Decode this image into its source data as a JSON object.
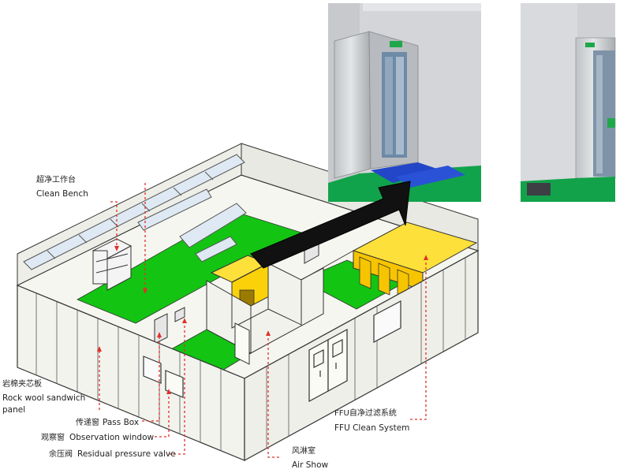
{
  "colors": {
    "floor_green": "#13c413",
    "wall_fill": "#f3f3ee",
    "outline": "#333333",
    "yellow_panel": "#fde03a",
    "leader_red": "#e0302a",
    "duct_blue": "#dfe9f3",
    "arrow_black": "#111111"
  },
  "labels": {
    "clean_bench": {
      "zh": "超净工作台",
      "en": "Clean Bench"
    },
    "rock_wool": {
      "zh": "岩棉夹芯板",
      "en_line1": "Rock wool sandwich",
      "en_line2": "panel"
    },
    "pass_box": {
      "zh": "传递窗",
      "en": "Pass Box"
    },
    "observation_window": {
      "zh": "观察窗",
      "en": "Observation window"
    },
    "residual_pressure_valve": {
      "zh": "余压阀",
      "en": "Residual pressure valve"
    },
    "air_show": {
      "zh": "风淋室",
      "en": "Air Show"
    },
    "ffu": {
      "zh": "FFU自净过滤系统",
      "en": "FFU Clean System"
    }
  },
  "photos": {
    "air_shower_photo": "air-shower-photo",
    "corridor_photo": "corridor-photo"
  }
}
